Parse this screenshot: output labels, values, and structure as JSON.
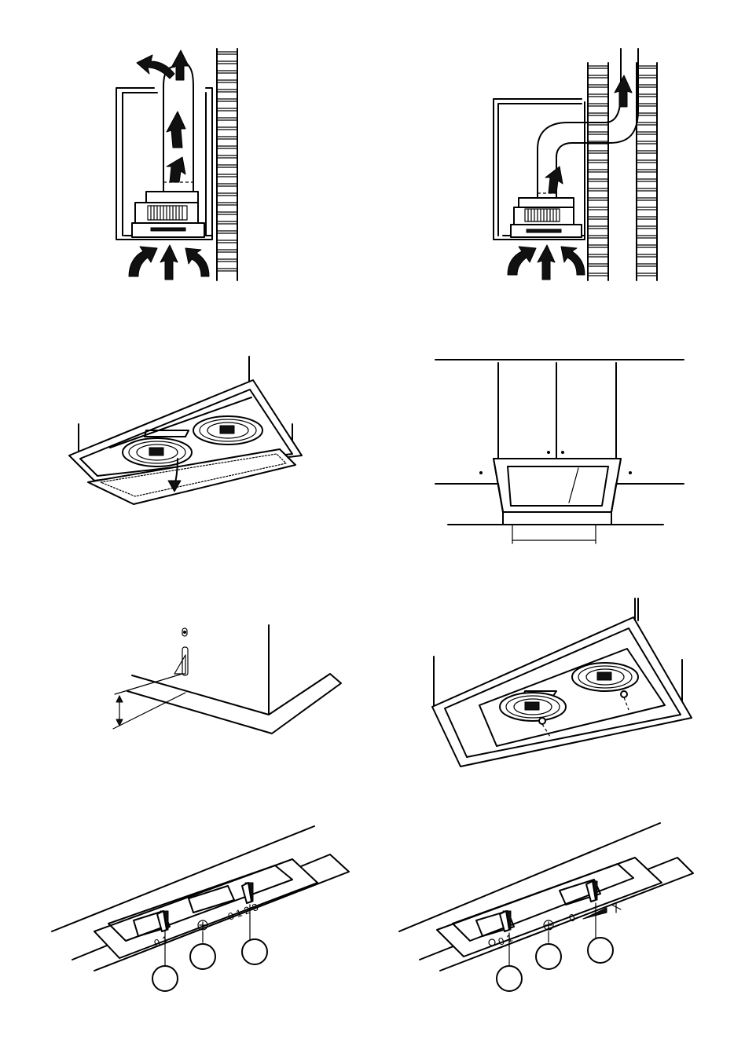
{
  "colors": {
    "line": "#000000",
    "background": "#ffffff",
    "dark_fill": "#111111"
  },
  "panels": [
    {
      "id": "extraction-vertical-duct",
      "icons": [
        "airflow-arrow-icon",
        "extractor-fan-icon",
        "wall-duct-icon"
      ]
    },
    {
      "id": "extraction-offset-duct",
      "icons": [
        "airflow-arrow-icon",
        "extractor-fan-icon",
        "wall-duct-icon"
      ]
    },
    {
      "id": "grease-filter-removal",
      "icons": [
        "grease-filter-icon",
        "fan-grille-icon",
        "down-arrow-icon"
      ]
    },
    {
      "id": "cabinet-cutout-mounting",
      "icons": [
        "cabinet-icon",
        "cutout-dimension-icon"
      ]
    },
    {
      "id": "bracket-height-adjustment",
      "icons": [
        "mounting-bracket-icon",
        "height-dimension-icon"
      ]
    },
    {
      "id": "hood-screw-fixing",
      "icons": [
        "fixing-screw-icon",
        "fan-grille-icon"
      ]
    }
  ],
  "control_panel_a": {
    "light_scale": "0 1",
    "speed_scale": "0 1 2 3",
    "icons": [
      "light-switch-icon",
      "indicator-lamp-icon",
      "speed-switch-icon"
    ]
  },
  "control_panel_b": {
    "light_scale": "0 1",
    "speed_scale": "0",
    "icons": [
      "light-bulb-icon",
      "light-switch-icon",
      "indicator-lamp-icon",
      "speed-slider-icon",
      "fan-icon"
    ]
  }
}
